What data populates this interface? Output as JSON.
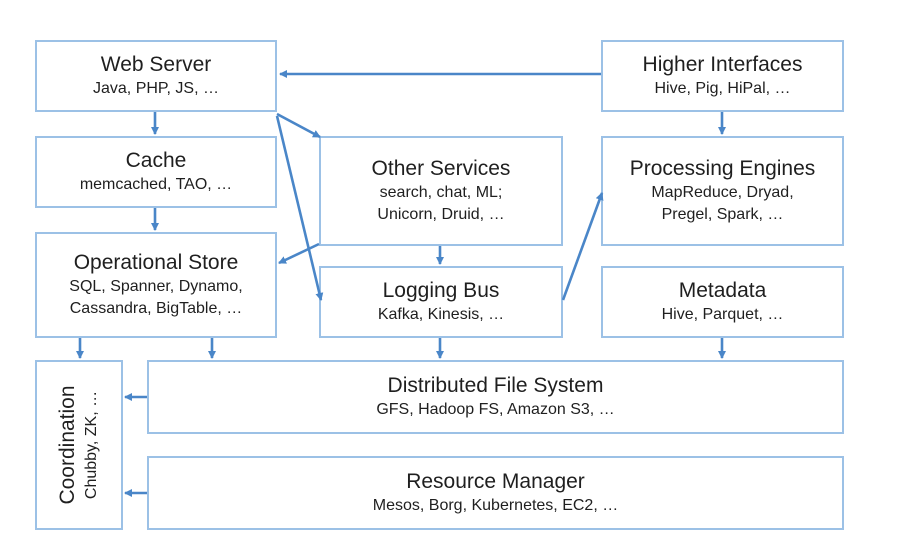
{
  "boxes": {
    "web_server": {
      "title": "Web Server",
      "sub": "Java, PHP, JS, …"
    },
    "higher_interfaces": {
      "title": "Higher Interfaces",
      "sub": "Hive, Pig, HiPal, …"
    },
    "cache": {
      "title": "Cache",
      "sub": "memcached, TAO, …"
    },
    "other_services": {
      "title": "Other Services",
      "sub1": "search, chat, ML;",
      "sub2": "Unicorn, Druid, …"
    },
    "processing_engines": {
      "title": "Processing Engines",
      "sub1": "MapReduce, Dryad,",
      "sub2": "Pregel, Spark, …"
    },
    "operational_store": {
      "title": "Operational Store",
      "sub1": "SQL, Spanner, Dynamo,",
      "sub2": "Cassandra, BigTable, …"
    },
    "logging_bus": {
      "title": "Logging Bus",
      "sub": "Kafka, Kinesis, …"
    },
    "metadata": {
      "title": "Metadata",
      "sub": "Hive, Parquet, …"
    },
    "coordination": {
      "title": "Coordination",
      "sub": "Chubby, ZK, …"
    },
    "distributed_fs": {
      "title": "Distributed File System",
      "sub": "GFS, Hadoop FS, Amazon S3, …"
    },
    "resource_manager": {
      "title": "Resource Manager",
      "sub": "Mesos, Borg, Kubernetes, EC2, …"
    }
  },
  "colors": {
    "box_border": "#9cc1e6",
    "arrow": "#4a86c8",
    "text": "#1f1f1f"
  }
}
